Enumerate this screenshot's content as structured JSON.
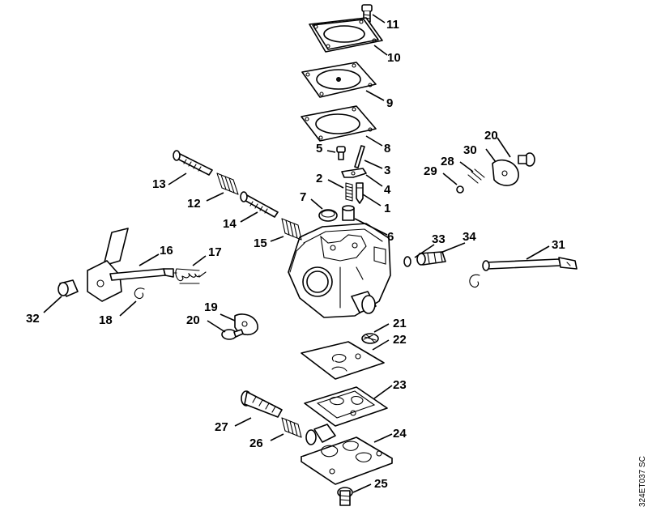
{
  "drawing_code": "324ET037 SC",
  "callouts": {
    "c1": "1",
    "c2": "2",
    "c3": "3",
    "c4": "4",
    "c5": "5",
    "c6": "6",
    "c7": "7",
    "c8": "8",
    "c9": "9",
    "c10": "10",
    "c11": "11",
    "c12": "12",
    "c13": "13",
    "c14": "14",
    "c15": "15",
    "c16": "16",
    "c17": "17",
    "c18": "18",
    "c19": "19",
    "c20a": "20",
    "c20b": "20",
    "c21": "21",
    "c22": "22",
    "c23": "23",
    "c24": "24",
    "c25": "25",
    "c26": "26",
    "c27": "27",
    "c28": "28",
    "c29": "29",
    "c30": "30",
    "c31": "31",
    "c32": "32",
    "c33": "33",
    "c34": "34"
  }
}
